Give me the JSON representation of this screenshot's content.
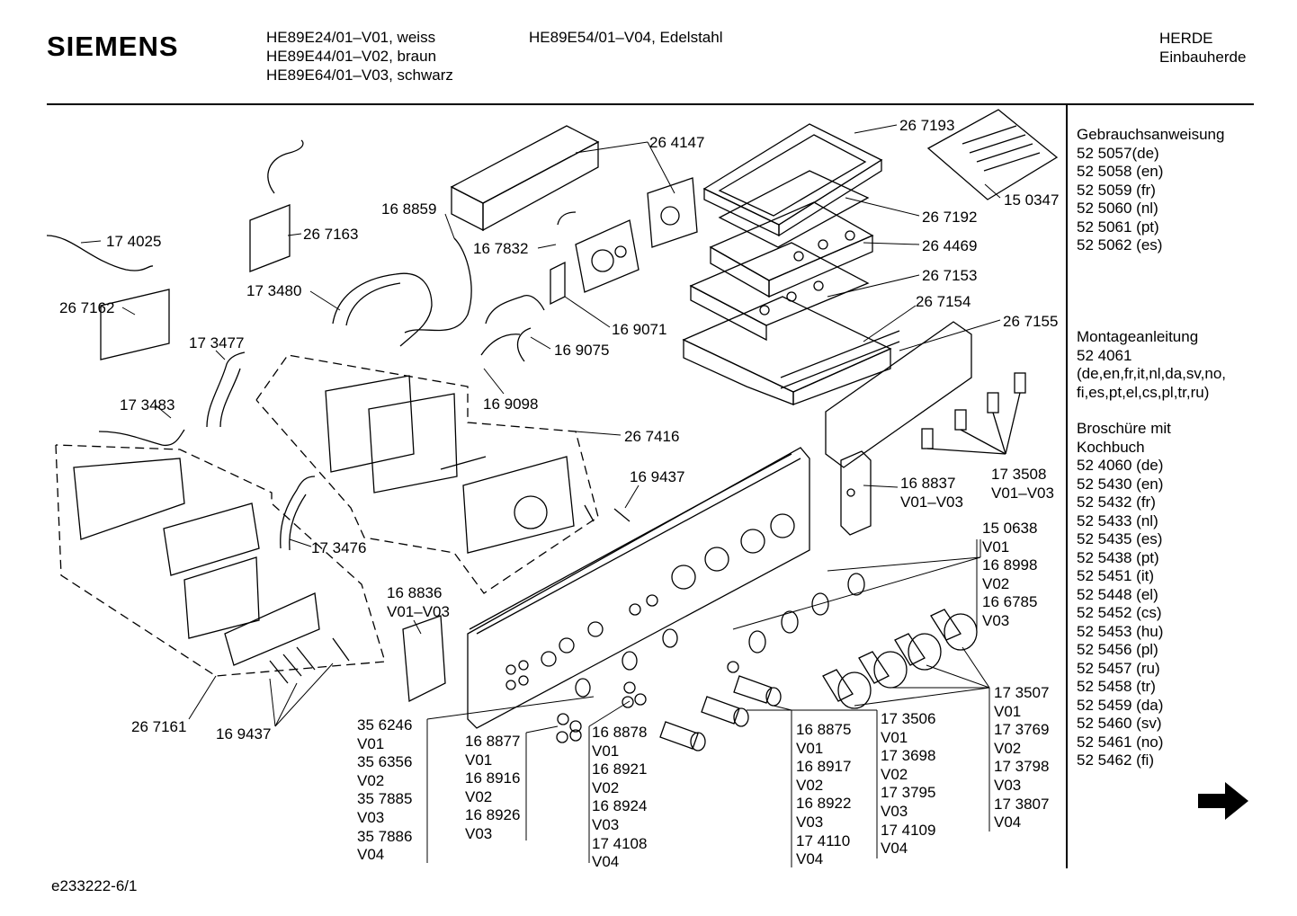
{
  "brand": "SIEMENS",
  "header": {
    "models_left": [
      "HE89E24/01–V01, weiss",
      "HE89E44/01–V02, braun",
      "HE89E64/01–V03, schwarz"
    ],
    "models_right": [
      "HE89E54/01–V04, Edelstahl"
    ],
    "category": [
      "HERDE",
      "Einbauherde"
    ]
  },
  "part_labels": {
    "p267193": "26 7193",
    "p264147": "26 4147",
    "p150347": "15 0347",
    "p168859": "16 8859",
    "p267163": "26 7163",
    "p174025": "17 4025",
    "p167832": "16 7832",
    "p267192": "26 7192",
    "p264469": "26 4469",
    "p173480": "17 3480",
    "p267153": "26 7153",
    "p267154": "26 7154",
    "p267162": "26 7162",
    "p267155": "26 7155",
    "p169071": "16 9071",
    "p173477": "17 3477",
    "p169075": "16 9075",
    "p173483": "17 3483",
    "p169098": "16 9098",
    "p267416": "26 7416",
    "p169437a": "16 9437",
    "p173476": "17 3476",
    "p267161": "26 7161",
    "p169437b": "16 9437"
  },
  "part_blocks": {
    "b168837": [
      "16 8837",
      "V01–V03"
    ],
    "b173508": [
      "17 3508",
      "V01–V03"
    ],
    "b150638": [
      "15 0638",
      "V01",
      "16 8998",
      "V02",
      "16 6785",
      "V03"
    ],
    "b168836": [
      "16 8836",
      "V01–V03"
    ],
    "b173507": [
      "17 3507",
      "V01",
      "17 3769",
      "V02",
      "17 3798",
      "V03",
      "17 3807",
      "V04"
    ],
    "b356246": [
      "35 6246",
      "V01",
      "35 6356",
      "V02",
      "35 7885",
      "V03",
      "35 7886",
      "V04"
    ],
    "b168877": [
      "16 8877",
      "V01",
      "16 8916",
      "V02",
      "16 8926",
      "V03"
    ],
    "b168878": [
      "16 8878",
      "V01",
      "16 8921",
      "V02",
      "16 8924",
      "V03",
      "17 4108",
      "V04"
    ],
    "b168875": [
      "16 8875",
      "V01",
      "16 8917",
      "V02",
      "16 8922",
      "V03",
      "17 4110",
      "V04"
    ],
    "b173506": [
      "17 3506",
      "V01",
      "17 3698",
      "V02",
      "17 3795",
      "V03",
      "17 4109",
      "V04"
    ]
  },
  "sidebar": {
    "manual_title": "Gebrauchsanweisung",
    "manual_items": [
      "52 5057(de)",
      "52 5058 (en)",
      "52 5059 (fr)",
      "52 5060 (nl)",
      "52 5061 (pt)",
      "52 5062 (es)"
    ],
    "install_title": "Montageanleitung",
    "install_items": [
      "52 4061",
      "(de,en,fr,it,nl,da,sv,no,",
      "fi,es,pt,el,cs,pl,tr,ru)"
    ],
    "brochure_title": [
      "Broschüre mit",
      "Kochbuch"
    ],
    "brochure_items": [
      "52 4060 (de)",
      "52 5430 (en)",
      "52 5432 (fr)",
      "52 5433 (nl)",
      "52 5435 (es)",
      "52 5438 (pt)",
      "52 5451 (it)",
      "52 5448 (el)",
      "52 5452 (cs)",
      "52 5453 (hu)",
      "52 5456 (pl)",
      "52 5457 (ru)",
      "52 5458 (tr)",
      "52 5459 (da)",
      "52 5460 (sv)",
      "52 5461 (no)",
      "52 5462 (fi)"
    ]
  },
  "footer": {
    "code": "e233222-6/1"
  },
  "icons": {
    "next": "arrow-right-icon"
  }
}
